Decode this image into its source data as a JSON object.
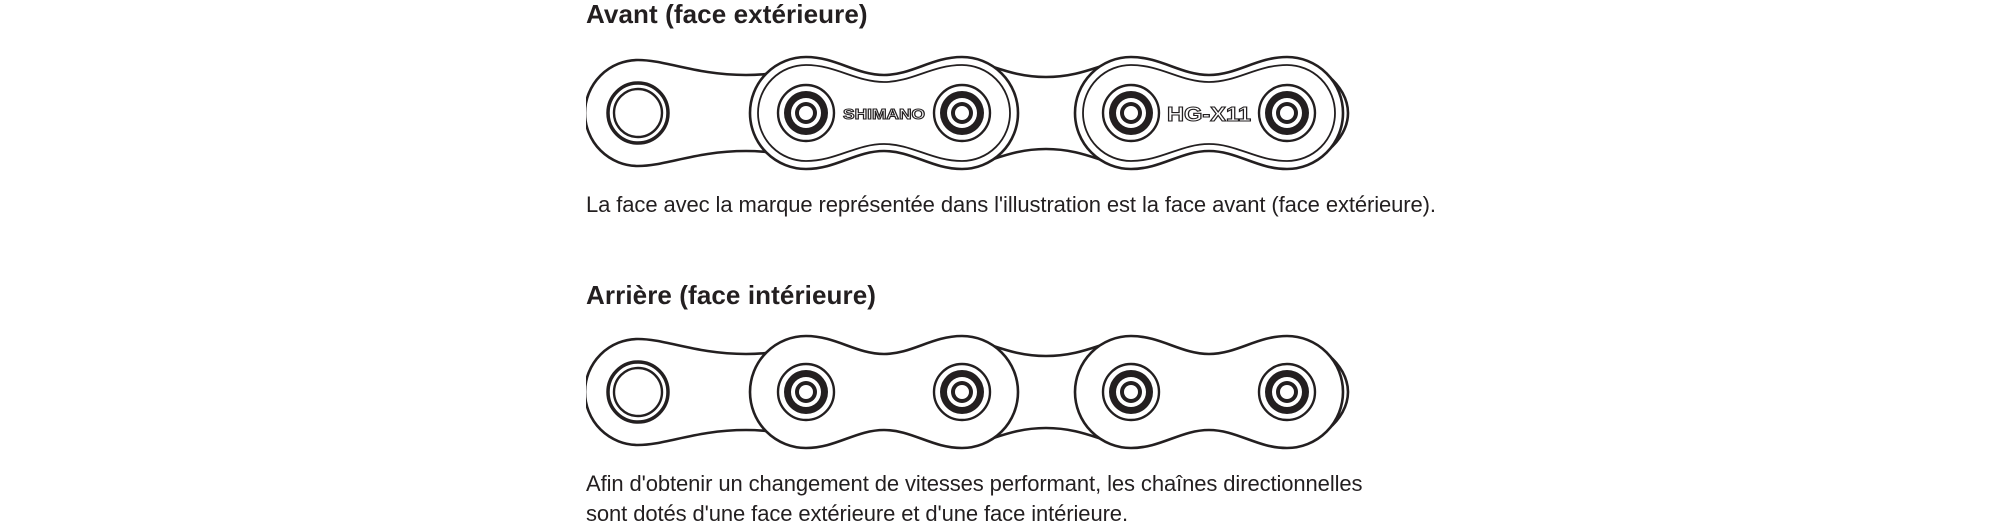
{
  "front": {
    "heading": "Avant (face extérieure)",
    "caption": "La face avec la marque représentée dans l'illustration est la face avant (face extérieure).",
    "brand_left": "SHIMANO",
    "brand_right": "HG-X11"
  },
  "back": {
    "heading": "Arrière (face intérieure)",
    "caption_line1": "Afin d'obtenir un changement de vitesses performant, les chaînes directionnelles",
    "caption_line2": "sont dotés d'une face extérieure et d'une face intérieure."
  },
  "colors": {
    "ink": "#231f20",
    "background": "#ffffff"
  }
}
